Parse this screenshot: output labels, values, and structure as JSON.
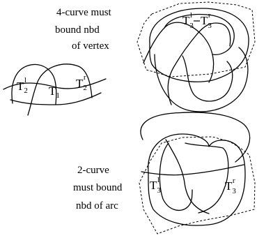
{
  "notes": {
    "vertex_note": [
      "4-curve must",
      "bound nbd",
      "of vertex"
    ],
    "arc_note": [
      "2-curve",
      "must bound",
      "nbd of arc"
    ]
  },
  "labels": {
    "left_t2_left": {
      "base": "T",
      "sub": "2",
      "sup": "l"
    },
    "left_t1": {
      "base": "T",
      "sub": "1",
      "sup": ""
    },
    "left_t2_right": {
      "base": "T",
      "sub": "2",
      "sup": "r"
    },
    "vertex_t3_left": {
      "base": "T",
      "sub": "3",
      "sup": "l"
    },
    "vertex_t3_right": {
      "base": "T",
      "sub": "3",
      "sup": "r"
    },
    "arc_t3_left": {
      "base": "T",
      "sub": "3",
      "sup": "l"
    },
    "arc_t3_right": {
      "base": "T",
      "sub": "3",
      "sup": "r"
    }
  }
}
